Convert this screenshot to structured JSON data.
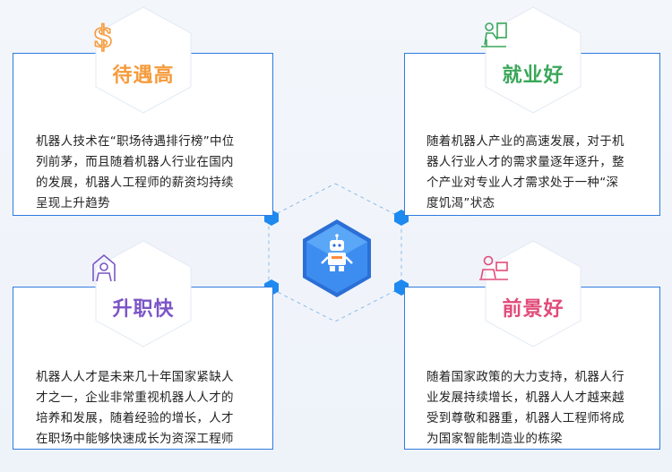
{
  "colors": {
    "border": "#2f7be0",
    "node": "#1e8af0",
    "orange": "#f59b3c",
    "green": "#3aa75a",
    "purple": "#7b55c7",
    "pink": "#e14b7a"
  },
  "cards": [
    {
      "title": "待遇高",
      "icon": "dollar-icon",
      "lines": [
        "机器人技术在“职场待遇排行榜”中位",
        "列前茅，而且随着机器人行业在国内",
        "的发展，机器人工程师的薪资均持续",
        "呈现上升趋势"
      ]
    },
    {
      "title": "就业好",
      "icon": "worker-at-desk-icon",
      "lines": [
        "随着机器人产业的高速发展，对于机",
        "器人行业人才的需求量逐年逐升，整",
        "个产业对专业人才需求处于一种“深",
        "度饥渴”状态"
      ]
    },
    {
      "title": "升职快",
      "icon": "person-rising-icon",
      "lines": [
        "机器人人才是未来几十年国家紧缺人",
        "才之一，企业非常重视机器人人才的",
        "培养和发展，随着经验的增长，人才",
        "在职场中能够快速成长为资深工程师"
      ]
    },
    {
      "title": "前景好",
      "icon": "person-computer-icon",
      "lines": [
        "随着国家政策的大力支持，机器人行",
        "业发展持续增长，机器人人才越来越",
        "受到尊敬和器重，机器人工程师将成",
        "为国家智能制造业的栋梁"
      ]
    }
  ],
  "center": {
    "icon": "robot-icon"
  }
}
